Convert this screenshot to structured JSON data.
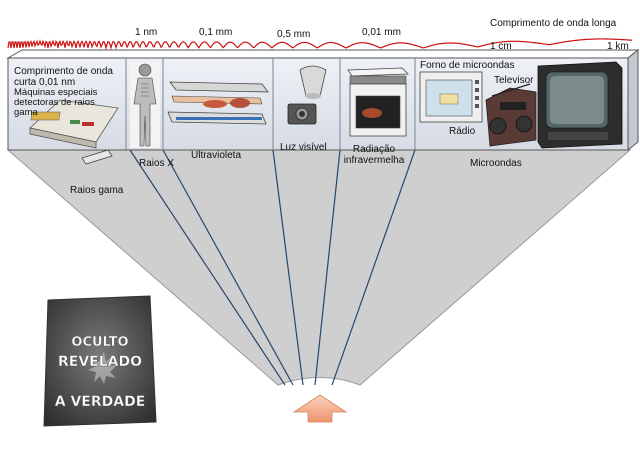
{
  "wavelength_scale": {
    "short_end": "Comprimento de onda curta 0,01 nm",
    "long_end": "Comprimento de onda longa",
    "ticks": [
      "1 nm",
      "0,1 mm",
      "0,5 mm",
      "0,01 mm",
      "1 cm",
      "1 km"
    ]
  },
  "panels": {
    "gamma_detectors": "Máquinas especiais detectoras de raios gama",
    "microwave_oven": "Forno de microondas",
    "television": "Televisor",
    "radio": "Rádio"
  },
  "bands": [
    "Raios gama",
    "Raios X",
    "Ultravioleta",
    "Luz visível",
    "Radiação infravermelha",
    "Microondas"
  ],
  "watermark": {
    "line1": "OCULTO",
    "line2": "REVELADO",
    "line3": "A VERDADE"
  },
  "colors": {
    "wave": "#cc1111",
    "fan_fill": "#cfcfcf",
    "fan_lines": "#27476e",
    "arrow": "#f2a783"
  }
}
